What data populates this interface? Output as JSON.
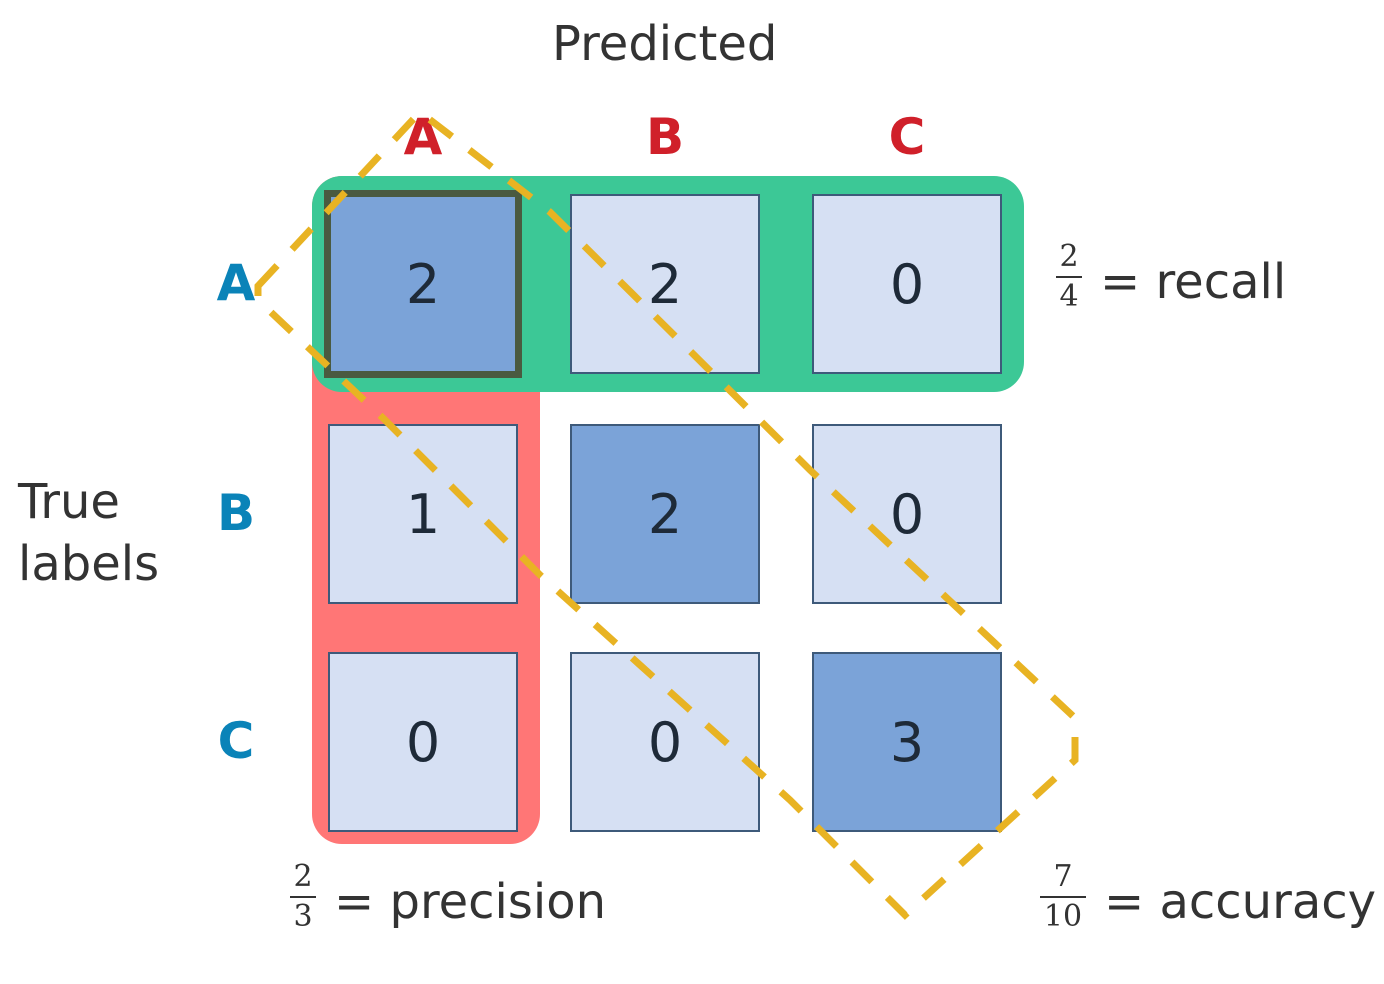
{
  "chart_data": {
    "type": "heatmap",
    "title": "Predicted",
    "xlabel": "Predicted",
    "ylabel": "True labels",
    "x_categories": [
      "A",
      "B",
      "C"
    ],
    "y_categories": [
      "A",
      "B",
      "C"
    ],
    "matrix": [
      [
        2,
        2,
        0
      ],
      [
        1,
        2,
        0
      ],
      [
        0,
        0,
        3
      ]
    ],
    "annotations": {
      "recall": {
        "numerator": "2",
        "denominator": "4",
        "text": "= recall",
        "highlight": "row A"
      },
      "precision": {
        "numerator": "2",
        "denominator": "3",
        "text": "= precision",
        "highlight": "column A"
      },
      "accuracy": {
        "numerator": "7",
        "denominator": "10",
        "text": "= accuracy",
        "highlight": "diagonal"
      }
    }
  },
  "labels": {
    "predicted": "Predicted",
    "true_line1": "True",
    "true_line2": "labels"
  },
  "colors": {
    "column_header": "#d0202a",
    "row_header": "#0a83b8",
    "diagonal_cell": "#7ba3d8",
    "offdiagonal_cell": "#d6e0f3",
    "recall_highlight": "#3cc896",
    "precision_highlight": "#ff7676",
    "accuracy_outline": "#e8b323"
  }
}
